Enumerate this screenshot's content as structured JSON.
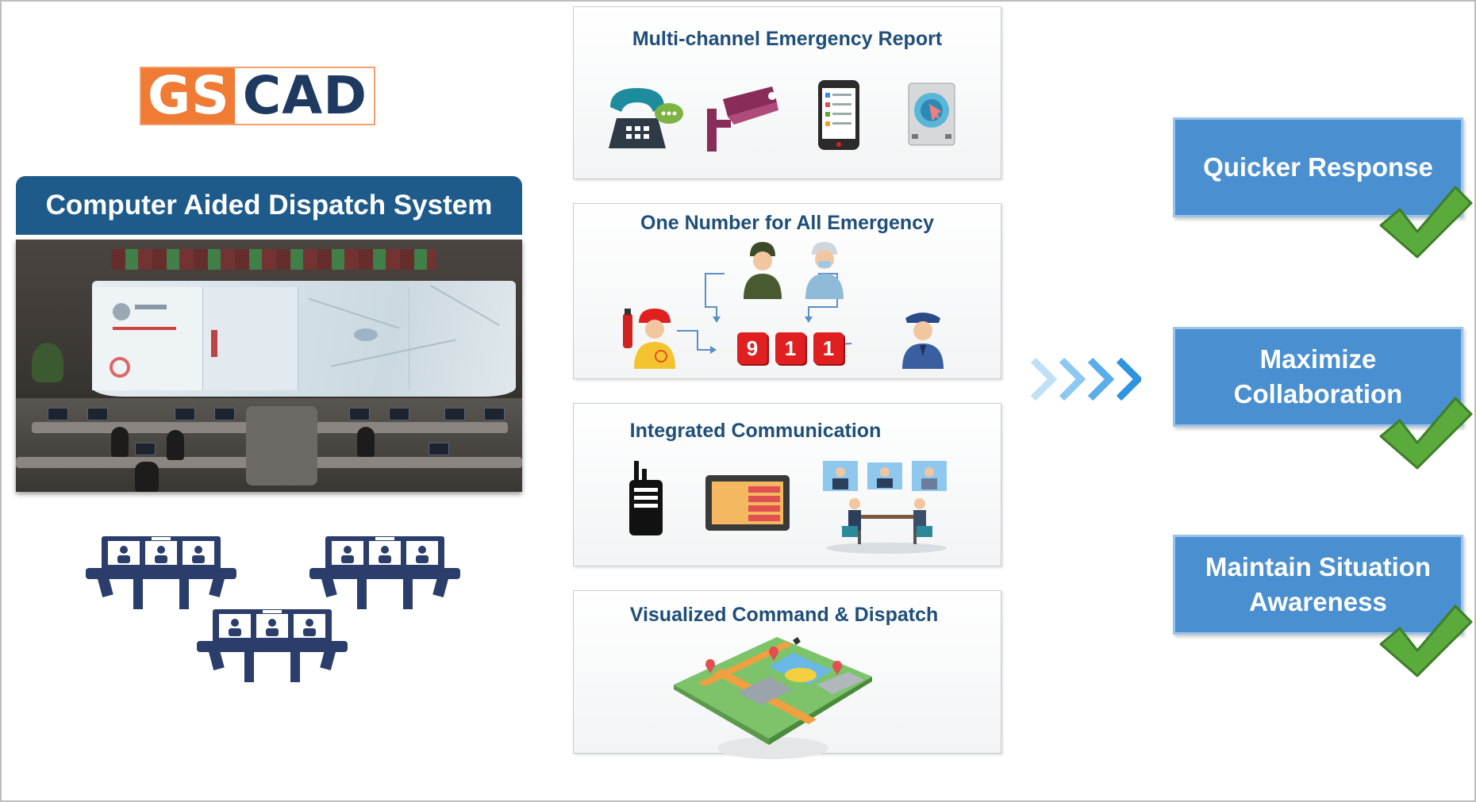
{
  "logo": {
    "part1": "GS",
    "part2": "CAD"
  },
  "cad_system": {
    "title": "Computer Aided Dispatch System"
  },
  "panels": [
    {
      "title": "Multi-channel Emergency Report",
      "icons": [
        "telephone-chat-icon",
        "cctv-camera-icon",
        "smartphone-icon",
        "alarm-button-icon"
      ]
    },
    {
      "title": "One Number for All Emergency",
      "icons": [
        "soldier-icon",
        "doctor-icon",
        "firefighter-icon",
        "police-officer-icon"
      ],
      "digits": [
        "9",
        "1",
        "1"
      ]
    },
    {
      "title": "Integrated Communication",
      "icons": [
        "walkie-talkie-icon",
        "tablet-screen-icon",
        "video-conference-icon"
      ]
    },
    {
      "title": "Visualized Command & Dispatch",
      "icons": [
        "city-map-icon"
      ]
    }
  ],
  "benefits": [
    {
      "label": "Quicker Response"
    },
    {
      "label": "Maximize Collaboration"
    },
    {
      "label": "Maintain Situation Awareness"
    }
  ],
  "colors": {
    "title_blue": "#1f4e79",
    "cad_bar": "#1e5b8a",
    "benefit_blue": "#4a90d0",
    "check_green": "#5aaa3c",
    "logo_orange": "#ef7b35",
    "digit_red": "#e02020",
    "arrow_blue": "#3aa0e6"
  }
}
